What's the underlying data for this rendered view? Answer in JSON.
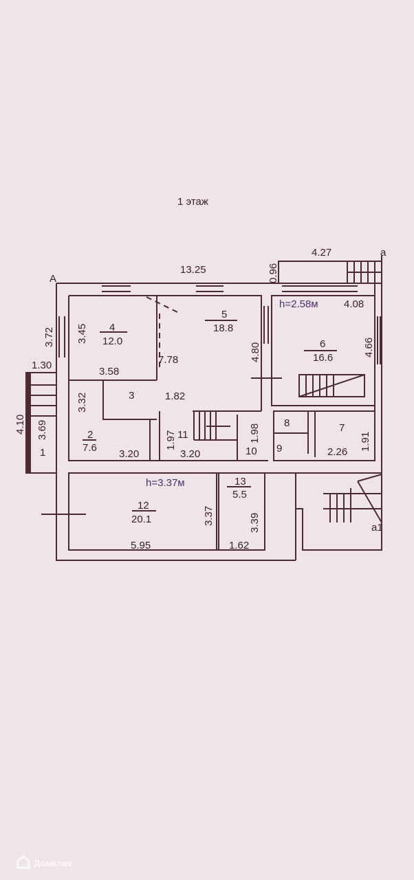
{
  "title": "1 этаж",
  "axes": {
    "A": "A",
    "a": "a",
    "a1": "a1"
  },
  "heights": {
    "upper": "h=2.58м",
    "lower": "h=3.37м"
  },
  "rooms": [
    {
      "num": "1"
    },
    {
      "num": "2",
      "area": "7.6"
    },
    {
      "num": "3"
    },
    {
      "num": "4",
      "area": "12.0"
    },
    {
      "num": "5",
      "area": "18.8"
    },
    {
      "num": "6",
      "area": "16.6"
    },
    {
      "num": "7"
    },
    {
      "num": "8"
    },
    {
      "num": "9"
    },
    {
      "num": "10"
    },
    {
      "num": "11"
    },
    {
      "num": "12",
      "area": "20.1"
    },
    {
      "num": "13",
      "area": "5.5"
    }
  ],
  "dimensions": {
    "d13_25": "13.25",
    "d4_27": "4.27",
    "d0_96": "0.96",
    "d4_08": "4.08",
    "d3_72": "3.72",
    "d3_45": "3.45",
    "d1_30": "1.30",
    "d3_58": "3.58",
    "d4_10": "4.10",
    "d3_69": "3.69",
    "d3_32": "3.32",
    "d7_78": "7.78",
    "d4_80": "4.80",
    "d4_66": "4.66",
    "d1_82": "1.82",
    "d1_97": "1.97",
    "d1_98": "1.98",
    "d1_91": "1.91",
    "d3_20a": "3.20",
    "d3_20b": "3.20",
    "d2_26": "2.26",
    "d3_37": "3.37",
    "d3_39": "3.39",
    "d5_95": "5.95",
    "d1_62": "1.62"
  },
  "watermark": "Домклик"
}
